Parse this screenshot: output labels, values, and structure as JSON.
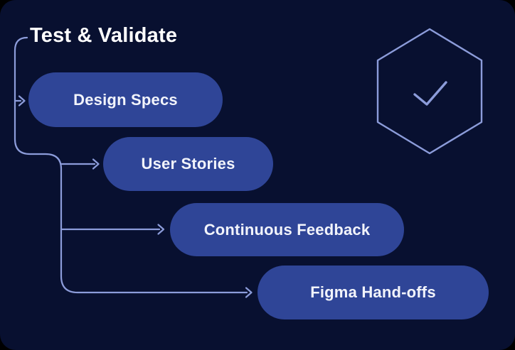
{
  "card": {
    "title": "Test & Validate"
  },
  "nodes": [
    {
      "label": "Design Specs"
    },
    {
      "label": "User Stories"
    },
    {
      "label": "Continuous Feedback"
    },
    {
      "label": "Figma Hand-offs"
    }
  ],
  "icons": {
    "badge": "hexagon-checkmark-icon",
    "arrows": "right-arrow-icon"
  },
  "colors": {
    "page_behind": "#000000",
    "card_background": "#081030",
    "node_fill": "#2f4597",
    "connector_line": "#8c9cda",
    "title_text": "#ffffff",
    "node_text": "#f2f4fb"
  }
}
